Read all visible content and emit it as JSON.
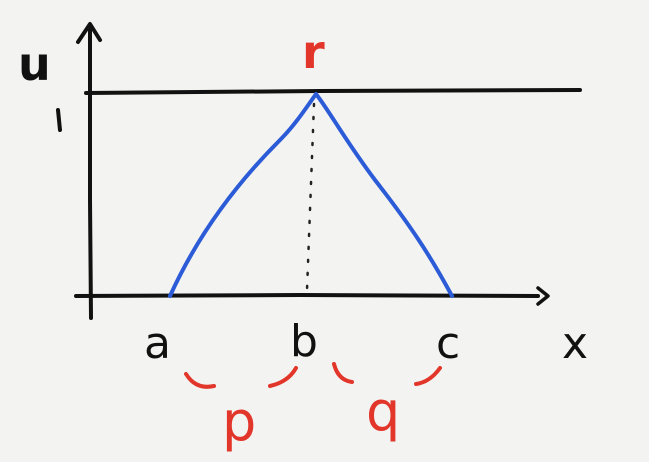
{
  "diagram": {
    "y_axis_label": "u",
    "x_axis_label": "x",
    "level_label": "1",
    "peak_label": "r",
    "point_labels": {
      "a": "a",
      "b": "b",
      "c": "c"
    },
    "interval_labels": {
      "left": "p",
      "right": "q"
    },
    "colors": {
      "ink": "#111111",
      "curve": "#2b5bd7",
      "annotation": "#e2362b"
    }
  }
}
